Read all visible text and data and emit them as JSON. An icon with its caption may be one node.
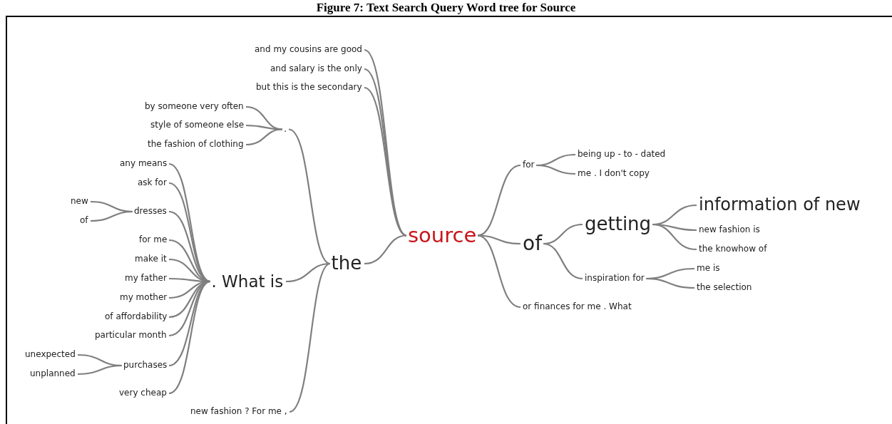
{
  "diagram": {
    "title": "Figure 7: Text Search Query Word tree for Source",
    "nodes": [
      {
        "text": [
          "source"
        ]
      },
      {
        "text": [
          "the"
        ]
      },
      {
        "text": [
          "and my cousins are good"
        ]
      },
      {
        "text": [
          "and salary is the only"
        ]
      },
      {
        "text": [
          "but this is the secondary"
        ]
      },
      {
        "text": [
          "."
        ]
      },
      {
        "text": [
          "by someone very often"
        ]
      },
      {
        "text": [
          "style of someone else"
        ]
      },
      {
        "text": [
          "the fashion of clothing"
        ]
      },
      {
        "text": [
          ". What is"
        ]
      },
      {
        "text": [
          "any means"
        ]
      },
      {
        "text": [
          "ask for"
        ]
      },
      {
        "text": [
          "dresses"
        ]
      },
      {
        "text": [
          "new"
        ]
      },
      {
        "text": [
          "of"
        ]
      },
      {
        "text": [
          "for me"
        ]
      },
      {
        "text": [
          "make it"
        ]
      },
      {
        "text": [
          "my father"
        ]
      },
      {
        "text": [
          "my mother"
        ]
      },
      {
        "text": [
          "of affordability"
        ]
      },
      {
        "text": [
          "particular month"
        ]
      },
      {
        "text": [
          "purchases"
        ]
      },
      {
        "text": [
          "unexpected"
        ]
      },
      {
        "text": [
          "unplanned"
        ]
      },
      {
        "text": [
          "very cheap"
        ]
      },
      {
        "text": [
          "new fashion ? For me ,"
        ]
      },
      {
        "text": [
          "for"
        ]
      },
      {
        "text": [
          "being up - to - dated"
        ]
      },
      {
        "text": [
          "me . I don't copy"
        ]
      },
      {
        "text": [
          "of"
        ]
      },
      {
        "text": [
          "getting"
        ]
      },
      {
        "text": [
          "information of new"
        ]
      },
      {
        "text": [
          "new fashion is"
        ]
      },
      {
        "text": [
          "the knowhow of"
        ]
      },
      {
        "text": [
          "inspiration for"
        ]
      },
      {
        "text": [
          "me is"
        ]
      },
      {
        "text": [
          "the selection"
        ]
      },
      {
        "text": [
          "or finances for me . What"
        ]
      }
    ],
    "edges": [
      {
        "from": 0,
        "to": 1,
        "arrow": "none"
      },
      {
        "from": 0,
        "to": 2,
        "arrow": "none"
      },
      {
        "from": 0,
        "to": 3,
        "arrow": "none"
      },
      {
        "from": 0,
        "to": 4,
        "arrow": "none"
      },
      {
        "from": 1,
        "to": 5,
        "arrow": "none"
      },
      {
        "from": 5,
        "to": 6,
        "arrow": "none"
      },
      {
        "from": 5,
        "to": 7,
        "arrow": "none"
      },
      {
        "from": 5,
        "to": 8,
        "arrow": "none"
      },
      {
        "from": 1,
        "to": 9,
        "arrow": "none"
      },
      {
        "from": 9,
        "to": 10,
        "arrow": "none"
      },
      {
        "from": 9,
        "to": 11,
        "arrow": "none"
      },
      {
        "from": 9,
        "to": 12,
        "arrow": "none"
      },
      {
        "from": 12,
        "to": 13,
        "arrow": "none"
      },
      {
        "from": 12,
        "to": 14,
        "arrow": "none"
      },
      {
        "from": 9,
        "to": 15,
        "arrow": "none"
      },
      {
        "from": 9,
        "to": 16,
        "arrow": "none"
      },
      {
        "from": 9,
        "to": 17,
        "arrow": "none"
      },
      {
        "from": 9,
        "to": 18,
        "arrow": "none"
      },
      {
        "from": 9,
        "to": 19,
        "arrow": "none"
      },
      {
        "from": 9,
        "to": 20,
        "arrow": "none"
      },
      {
        "from": 9,
        "to": 21,
        "arrow": "none"
      },
      {
        "from": 21,
        "to": 22,
        "arrow": "none"
      },
      {
        "from": 21,
        "to": 23,
        "arrow": "none"
      },
      {
        "from": 9,
        "to": 24,
        "arrow": "none"
      },
      {
        "from": 1,
        "to": 25,
        "arrow": "none"
      },
      {
        "from": 0,
        "to": 26,
        "arrow": "none"
      },
      {
        "from": 26,
        "to": 27,
        "arrow": "none"
      },
      {
        "from": 26,
        "to": 28,
        "arrow": "none"
      },
      {
        "from": 0,
        "to": 29,
        "arrow": "none"
      },
      {
        "from": 29,
        "to": 30,
        "arrow": "none"
      },
      {
        "from": 30,
        "to": 31,
        "arrow": "none"
      },
      {
        "from": 30,
        "to": 32,
        "arrow": "none"
      },
      {
        "from": 30,
        "to": 33,
        "arrow": "none"
      },
      {
        "from": 29,
        "to": 34,
        "arrow": "none"
      },
      {
        "from": 34,
        "to": 35,
        "arrow": "none"
      },
      {
        "from": 34,
        "to": 36,
        "arrow": "none"
      },
      {
        "from": 0,
        "to": 37,
        "arrow": "none"
      }
    ]
  }
}
